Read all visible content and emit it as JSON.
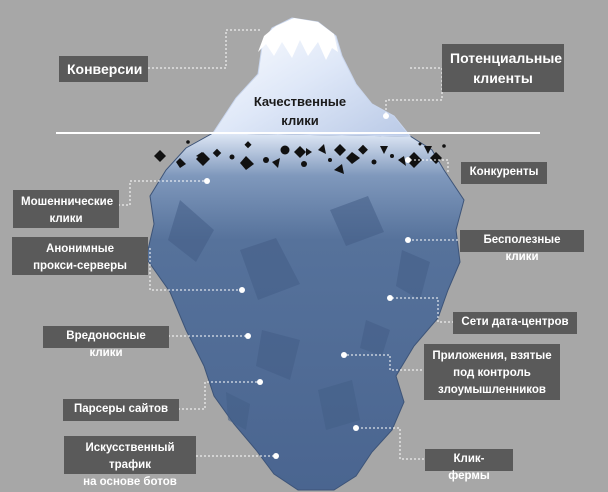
{
  "surface_labels": {
    "conversions": "Конверсии",
    "potential_clients": "Потенциальные\nклиенты",
    "quality_clicks": "Качественные\nклики"
  },
  "hidden_labels": {
    "competitors": "Конкуренты",
    "fraud_clicks": "Мошеннические\nклики",
    "anonymous_proxies": "Анонимные\nпрокси-серверы",
    "useless_clicks": "Бесполезные клики",
    "data_center_networks": "Сети дата-центров",
    "malicious_clicks": "Вредоносные клики",
    "hijacked_apps": "Приложения, взятые\nпод контроль\nзлоумышленников",
    "site_scrapers": "Парсеры сайтов",
    "bot_traffic": "Искусственный трафик\nна основе ботов",
    "click_farms": "Клик-фермы"
  },
  "colors": {
    "background": "#a7a7a7",
    "label_bg": "#5a5a5a",
    "ice_tip": "#e6eefb",
    "ice_body": "#4f6b94",
    "waterline": "#ffffff"
  }
}
